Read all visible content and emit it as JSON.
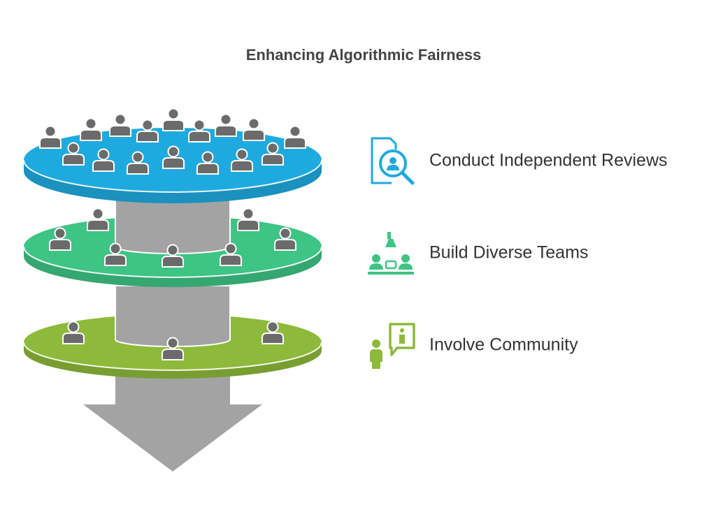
{
  "title": "Enhancing Algorithmic Fairness",
  "colors": {
    "tier1": "#1faadf",
    "tier2": "#3ec484",
    "tier3": "#8dba3a",
    "shaft": "#a3a3a3",
    "person": "#6b6b6b",
    "text": "#333333"
  },
  "items": [
    {
      "label": "Conduct Independent Reviews",
      "icon": "magnifier-person-icon",
      "color": "#1faadf"
    },
    {
      "label": "Build Diverse Teams",
      "icon": "diverse-team-icon",
      "color": "#3ec484"
    },
    {
      "label": "Involve Community",
      "icon": "community-info-icon",
      "color": "#8dba3a"
    }
  ]
}
